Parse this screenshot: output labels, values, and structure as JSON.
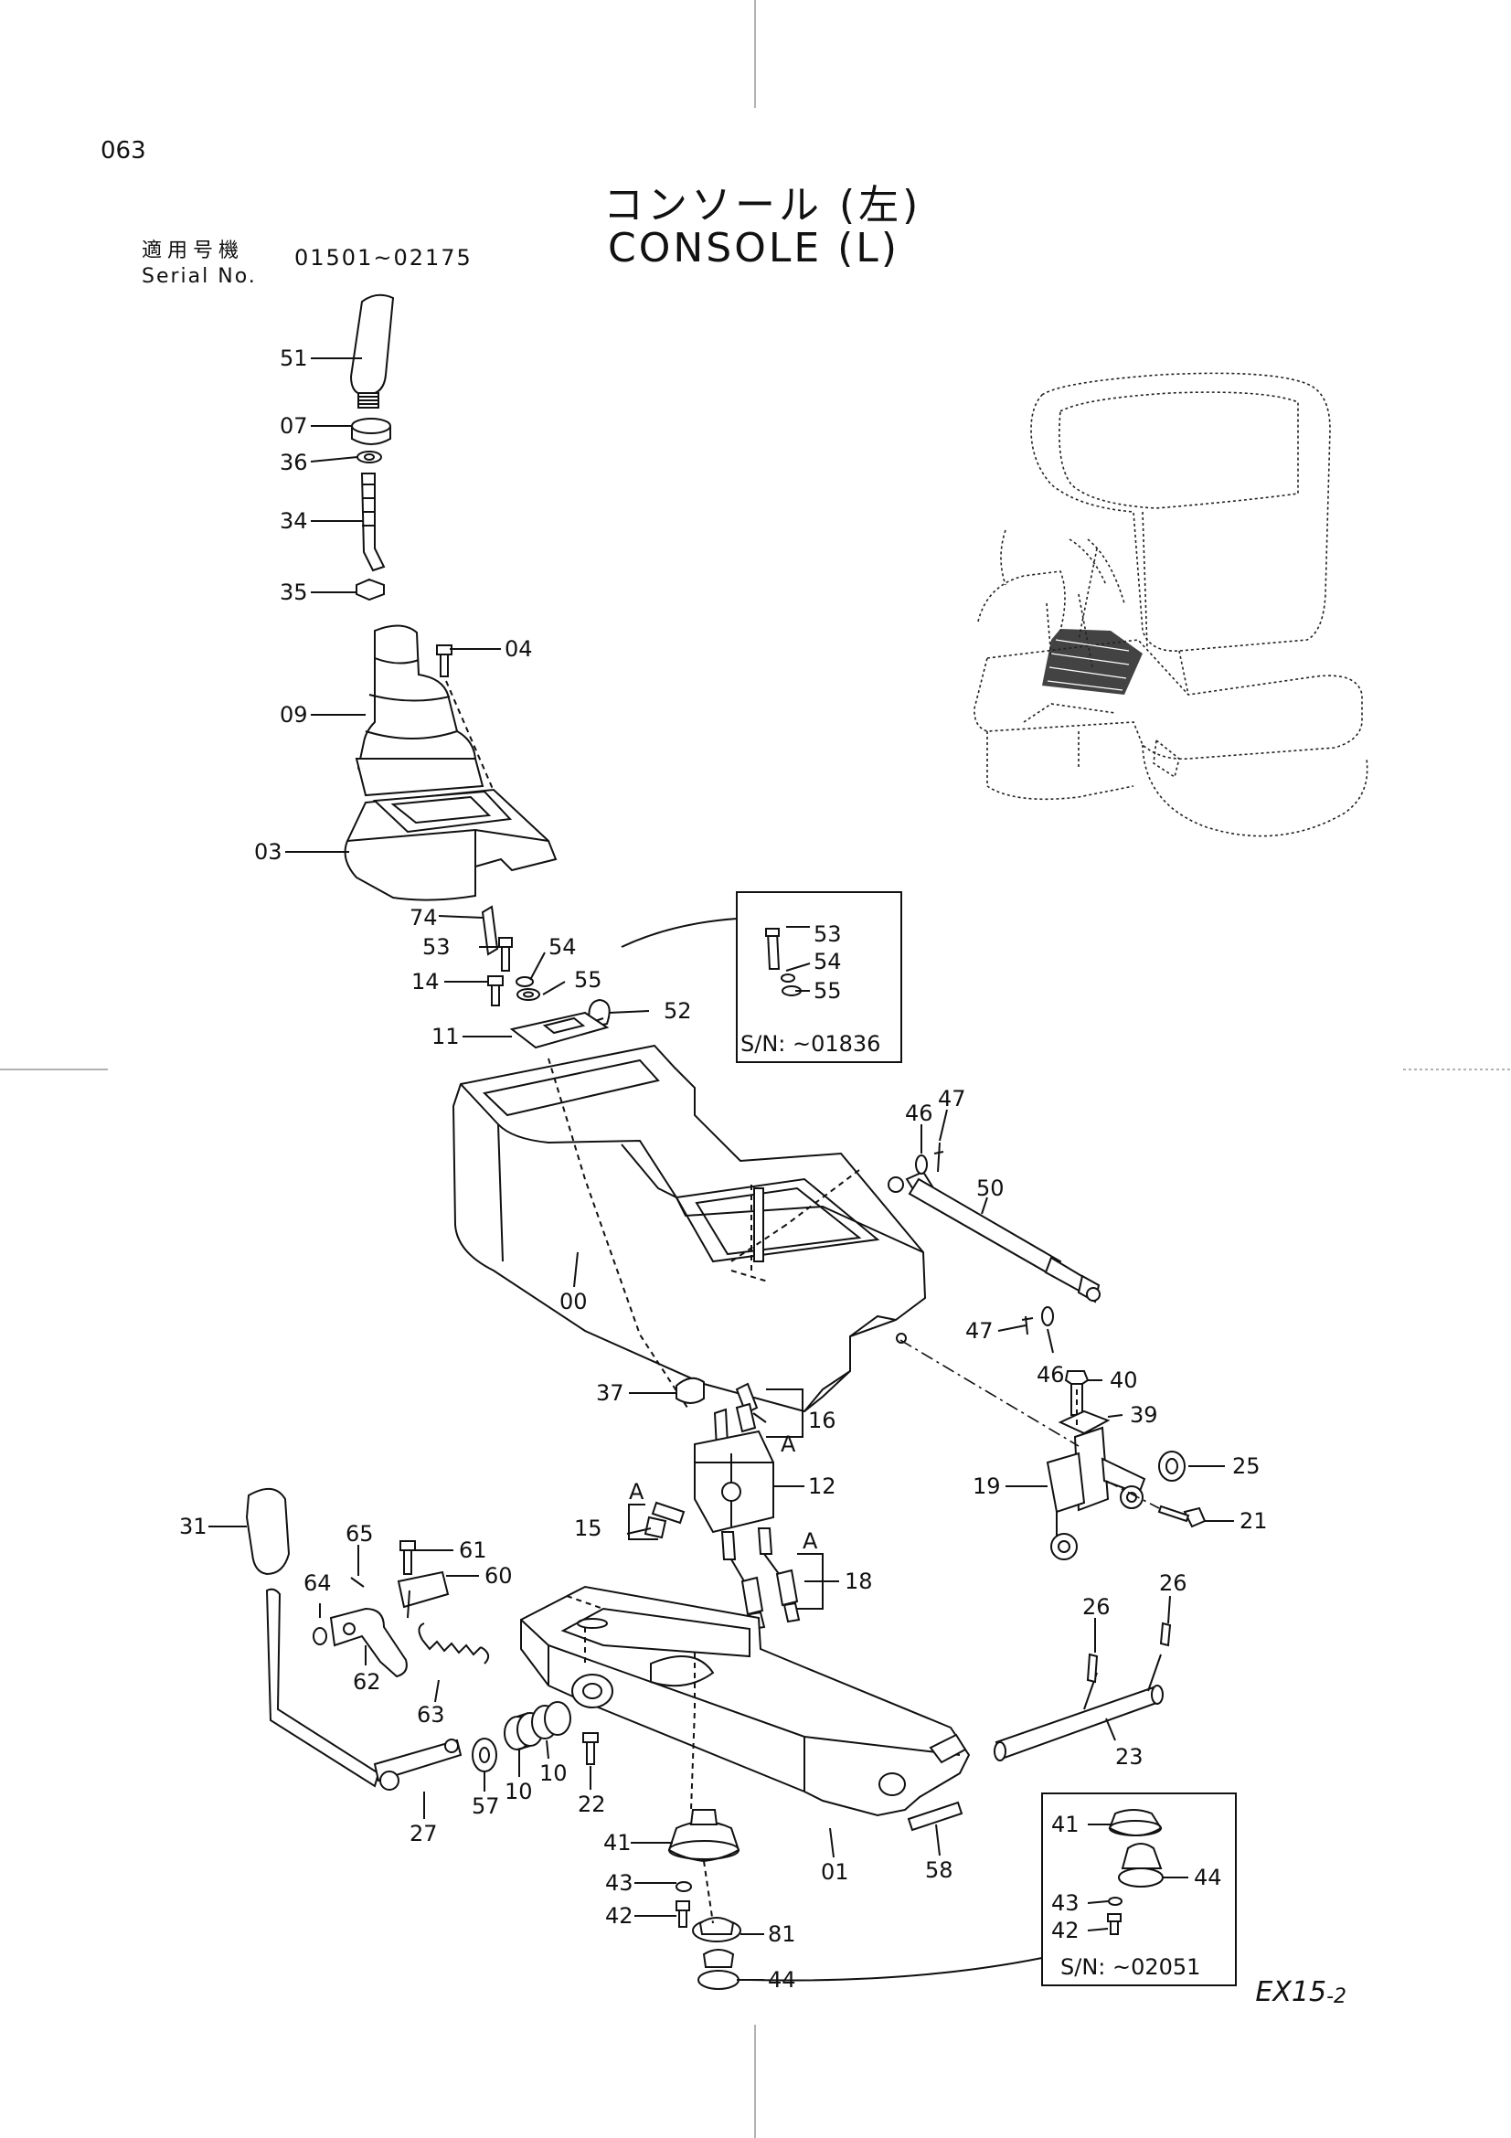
{
  "page_number": "063",
  "title": {
    "japanese": "コンソール (左)",
    "english": "CONSOLE (L)"
  },
  "serial": {
    "label_jp": "適用号機",
    "label_en": "Serial No.",
    "range": "01501~02175"
  },
  "footer": {
    "model": "EX15",
    "suffix": "-2"
  },
  "inset_top": {
    "parts": [
      "53",
      "54",
      "55"
    ],
    "serial_note": "S/N:  ~01836"
  },
  "inset_bottom": {
    "parts": [
      "41",
      "44",
      "43",
      "42"
    ],
    "serial_note": "S/N:  ~02051"
  },
  "ref_marker": "A",
  "part_labels": {
    "p51": "51",
    "p07": "07",
    "p36": "36",
    "p34": "34",
    "p35": "35",
    "p04": "04",
    "p09": "09",
    "p03": "03",
    "p74": "74",
    "p53": "53",
    "p54": "54",
    "p14": "14",
    "p55": "55",
    "p52": "52",
    "p11": "11",
    "p46a": "46",
    "p47a": "47",
    "p50": "50",
    "p00": "00",
    "p47b": "47",
    "p46b": "46",
    "p40": "40",
    "p39": "39",
    "p37": "37",
    "p16": "16",
    "p12": "12",
    "p25": "25",
    "p19": "19",
    "p21": "21",
    "p31": "31",
    "p65": "65",
    "p61": "61",
    "p15": "15",
    "p18": "18",
    "p64": "64",
    "p60": "60",
    "p62": "62",
    "p26a": "26",
    "p26b": "26",
    "p63": "63",
    "p10a": "10",
    "p10b": "10",
    "p57": "57",
    "p22": "22",
    "p23": "23",
    "p27": "27",
    "p41": "41",
    "p43": "43",
    "p42": "42",
    "p81": "81",
    "p44": "44",
    "p01": "01",
    "p58": "58"
  }
}
